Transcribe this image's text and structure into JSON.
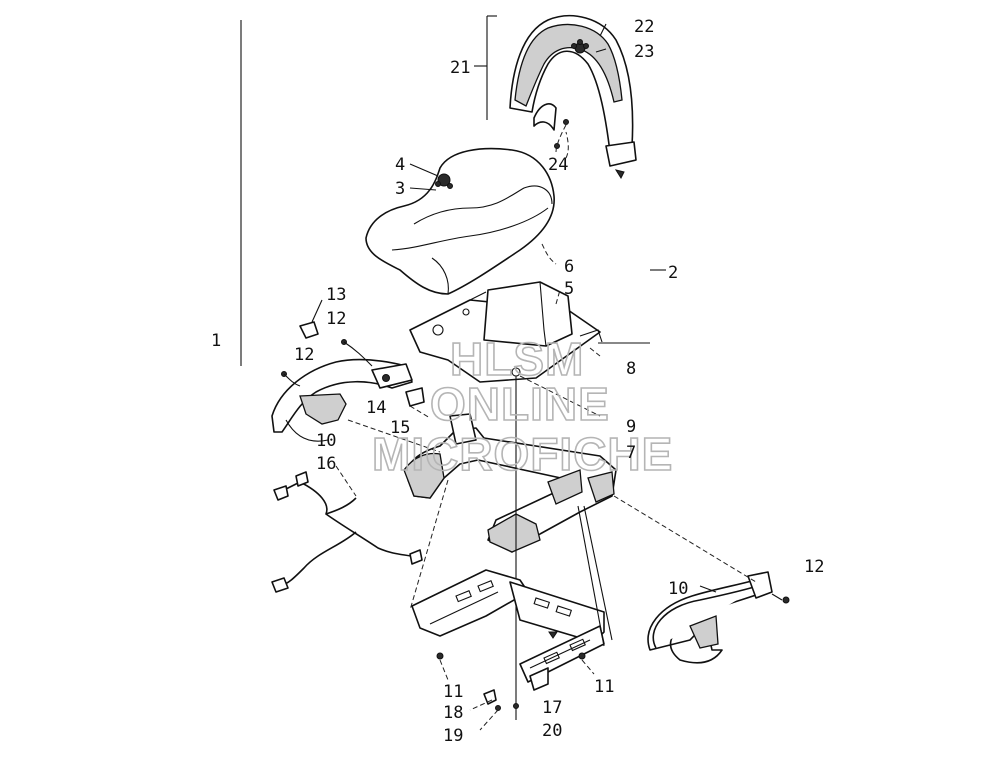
{
  "watermark": {
    "line1": "HLSM",
    "line2": "ONLINE",
    "line3": "MICROFICHE"
  },
  "callouts": [
    {
      "id": "c1",
      "text": "1"
    },
    {
      "id": "c2",
      "text": "2"
    },
    {
      "id": "c3",
      "text": "3"
    },
    {
      "id": "c4",
      "text": "4"
    },
    {
      "id": "c5",
      "text": "5"
    },
    {
      "id": "c6",
      "text": "6"
    },
    {
      "id": "c7",
      "text": "7"
    },
    {
      "id": "c8",
      "text": "8"
    },
    {
      "id": "c9",
      "text": "9"
    },
    {
      "id": "c10a",
      "text": "10"
    },
    {
      "id": "c10b",
      "text": "10"
    },
    {
      "id": "c11a",
      "text": "11"
    },
    {
      "id": "c11b",
      "text": "11"
    },
    {
      "id": "c12a",
      "text": "12"
    },
    {
      "id": "c12b",
      "text": "12"
    },
    {
      "id": "c12c",
      "text": "12"
    },
    {
      "id": "c13",
      "text": "13"
    },
    {
      "id": "c14",
      "text": "14"
    },
    {
      "id": "c15",
      "text": "15"
    },
    {
      "id": "c16",
      "text": "16"
    },
    {
      "id": "c17",
      "text": "17"
    },
    {
      "id": "c18",
      "text": "18"
    },
    {
      "id": "c19",
      "text": "19"
    },
    {
      "id": "c20",
      "text": "20"
    },
    {
      "id": "c21",
      "text": "21"
    },
    {
      "id": "c22",
      "text": "22"
    },
    {
      "id": "c23",
      "text": "23"
    },
    {
      "id": "c24",
      "text": "24"
    }
  ]
}
